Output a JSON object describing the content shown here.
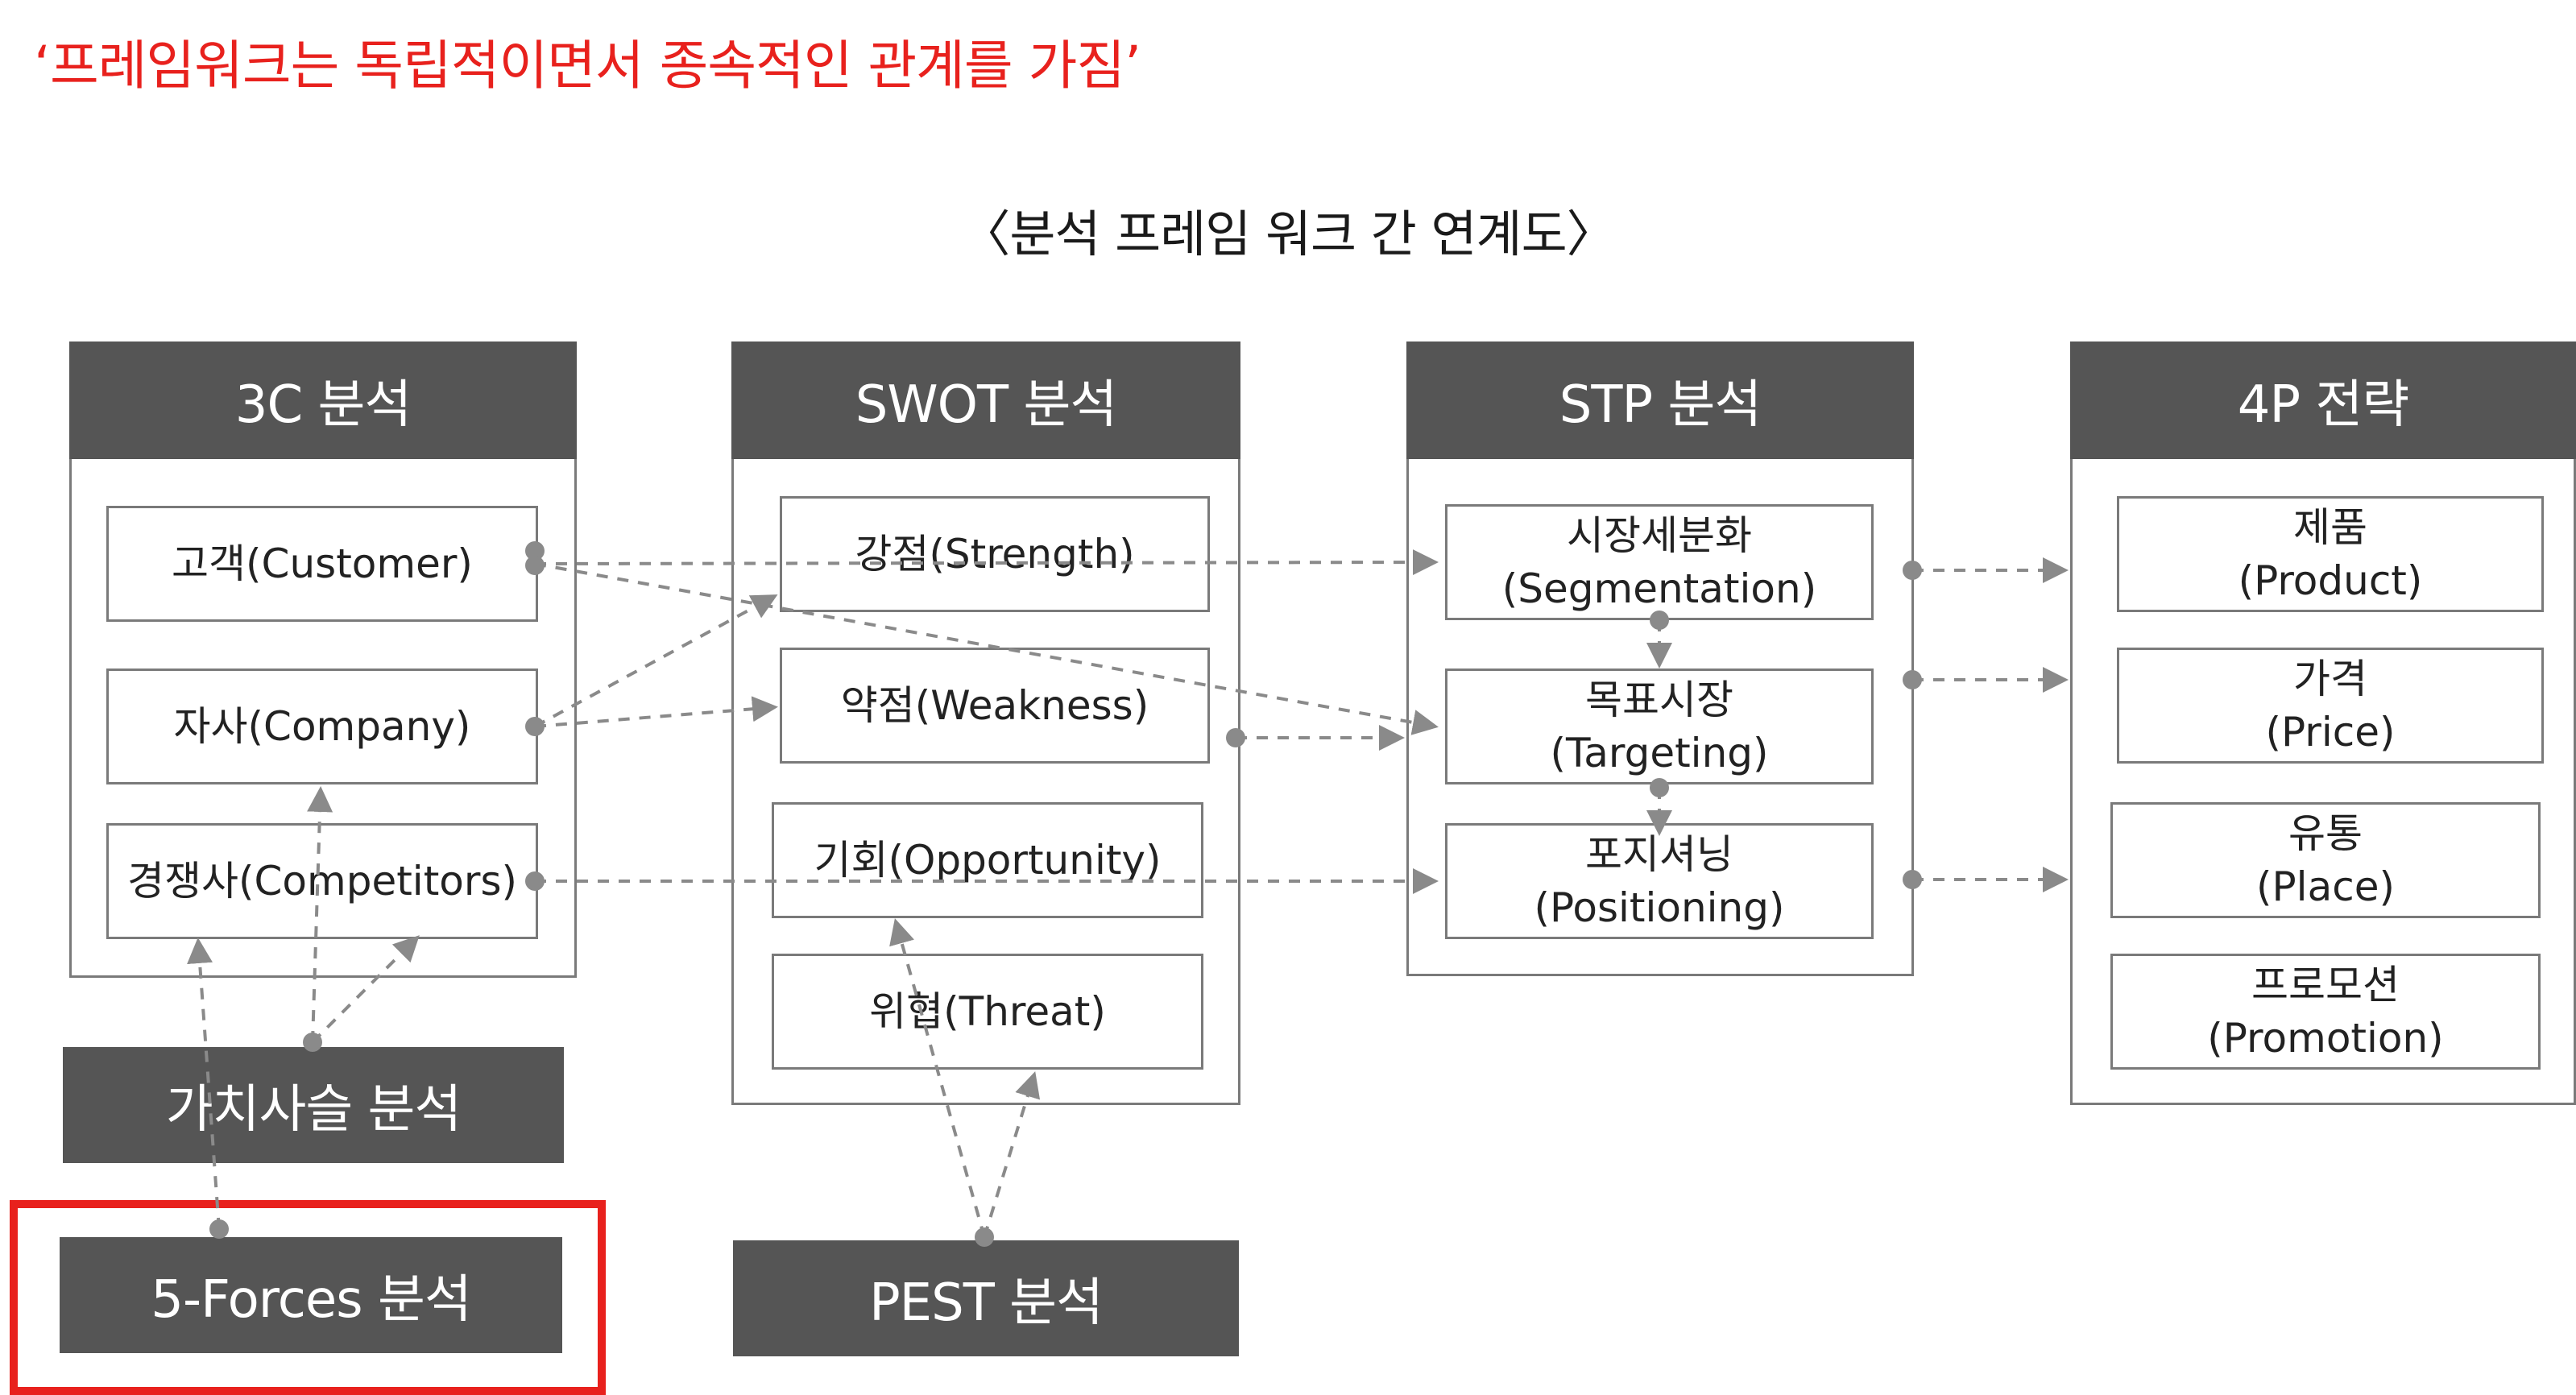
{
  "headline": "‘프레임워크는 독립적이면서 종속적인 관계를 가짐’",
  "subtitle": "〈분석 프레임 워크 간 연계도〉",
  "frameworks": {
    "c3": {
      "title": "3C 분석",
      "items": [
        "고객(Customer)",
        "자사(Company)",
        "경쟁사(Competitors)"
      ]
    },
    "swot": {
      "title": "SWOT 분석",
      "items": [
        "강점(Strength)",
        "약점(Weakness)",
        "기회(Opportunity)",
        "위협(Threat)"
      ]
    },
    "stp": {
      "title": "STP 분석",
      "items": [
        {
          "line1": "시장세분화",
          "line2": "(Segmentation)"
        },
        {
          "line1": "목표시장",
          "line2": "(Targeting)"
        },
        {
          "line1": "포지셔닝",
          "line2": "(Positioning)"
        }
      ]
    },
    "p4": {
      "title": "4P 전략",
      "items": [
        {
          "line1": "제품",
          "line2": "(Product)"
        },
        {
          "line1": "가격",
          "line2": "(Price)"
        },
        {
          "line1": "유통",
          "line2": "(Place)"
        },
        {
          "line1": "프로모션",
          "line2": "(Promotion)"
        }
      ]
    }
  },
  "aux": {
    "value_chain": "가치사슬 분석",
    "five_forces": "5-Forces 분석",
    "pest": "PEST 분석"
  },
  "colors": {
    "headline": "#e8211d",
    "header_fill": "#555555",
    "connector": "#8a8a8a",
    "highlight": "#e8211d"
  }
}
